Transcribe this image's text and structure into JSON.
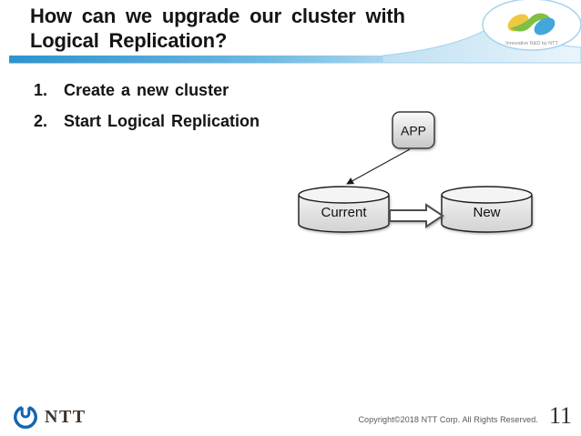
{
  "slide": {
    "title": {
      "line1": "How can we upgrade our cluster with",
      "line2": "Logical Replication?"
    },
    "list": [
      {
        "number": "1.",
        "text": "Create a new cluster"
      },
      {
        "number": "2.",
        "text": "Start Logical Replication"
      }
    ],
    "diagram": {
      "app_label": "APP",
      "source_db_label": "Current",
      "target_db_label": "New"
    },
    "header": {
      "logo_caption": "Innovative R&D by NTT"
    },
    "footer": {
      "brand": "NTT",
      "copyright": "Copyright©2018 NTT Corp. All Rights Reserved.",
      "page_number": "11"
    },
    "colors": {
      "divider_blue": "#2D93CE",
      "divider_blue_fade": "#E9F5FC",
      "ntt_blue": "#1265AE",
      "swirl_yellow": "#EEC93F",
      "swirl_green": "#7FBF43",
      "swirl_blue": "#43A7DB",
      "shape_border": "#2B2B2B",
      "shape_fill_light": "#F5F5F5",
      "shape_fill_dark": "#CFCFCF"
    }
  }
}
